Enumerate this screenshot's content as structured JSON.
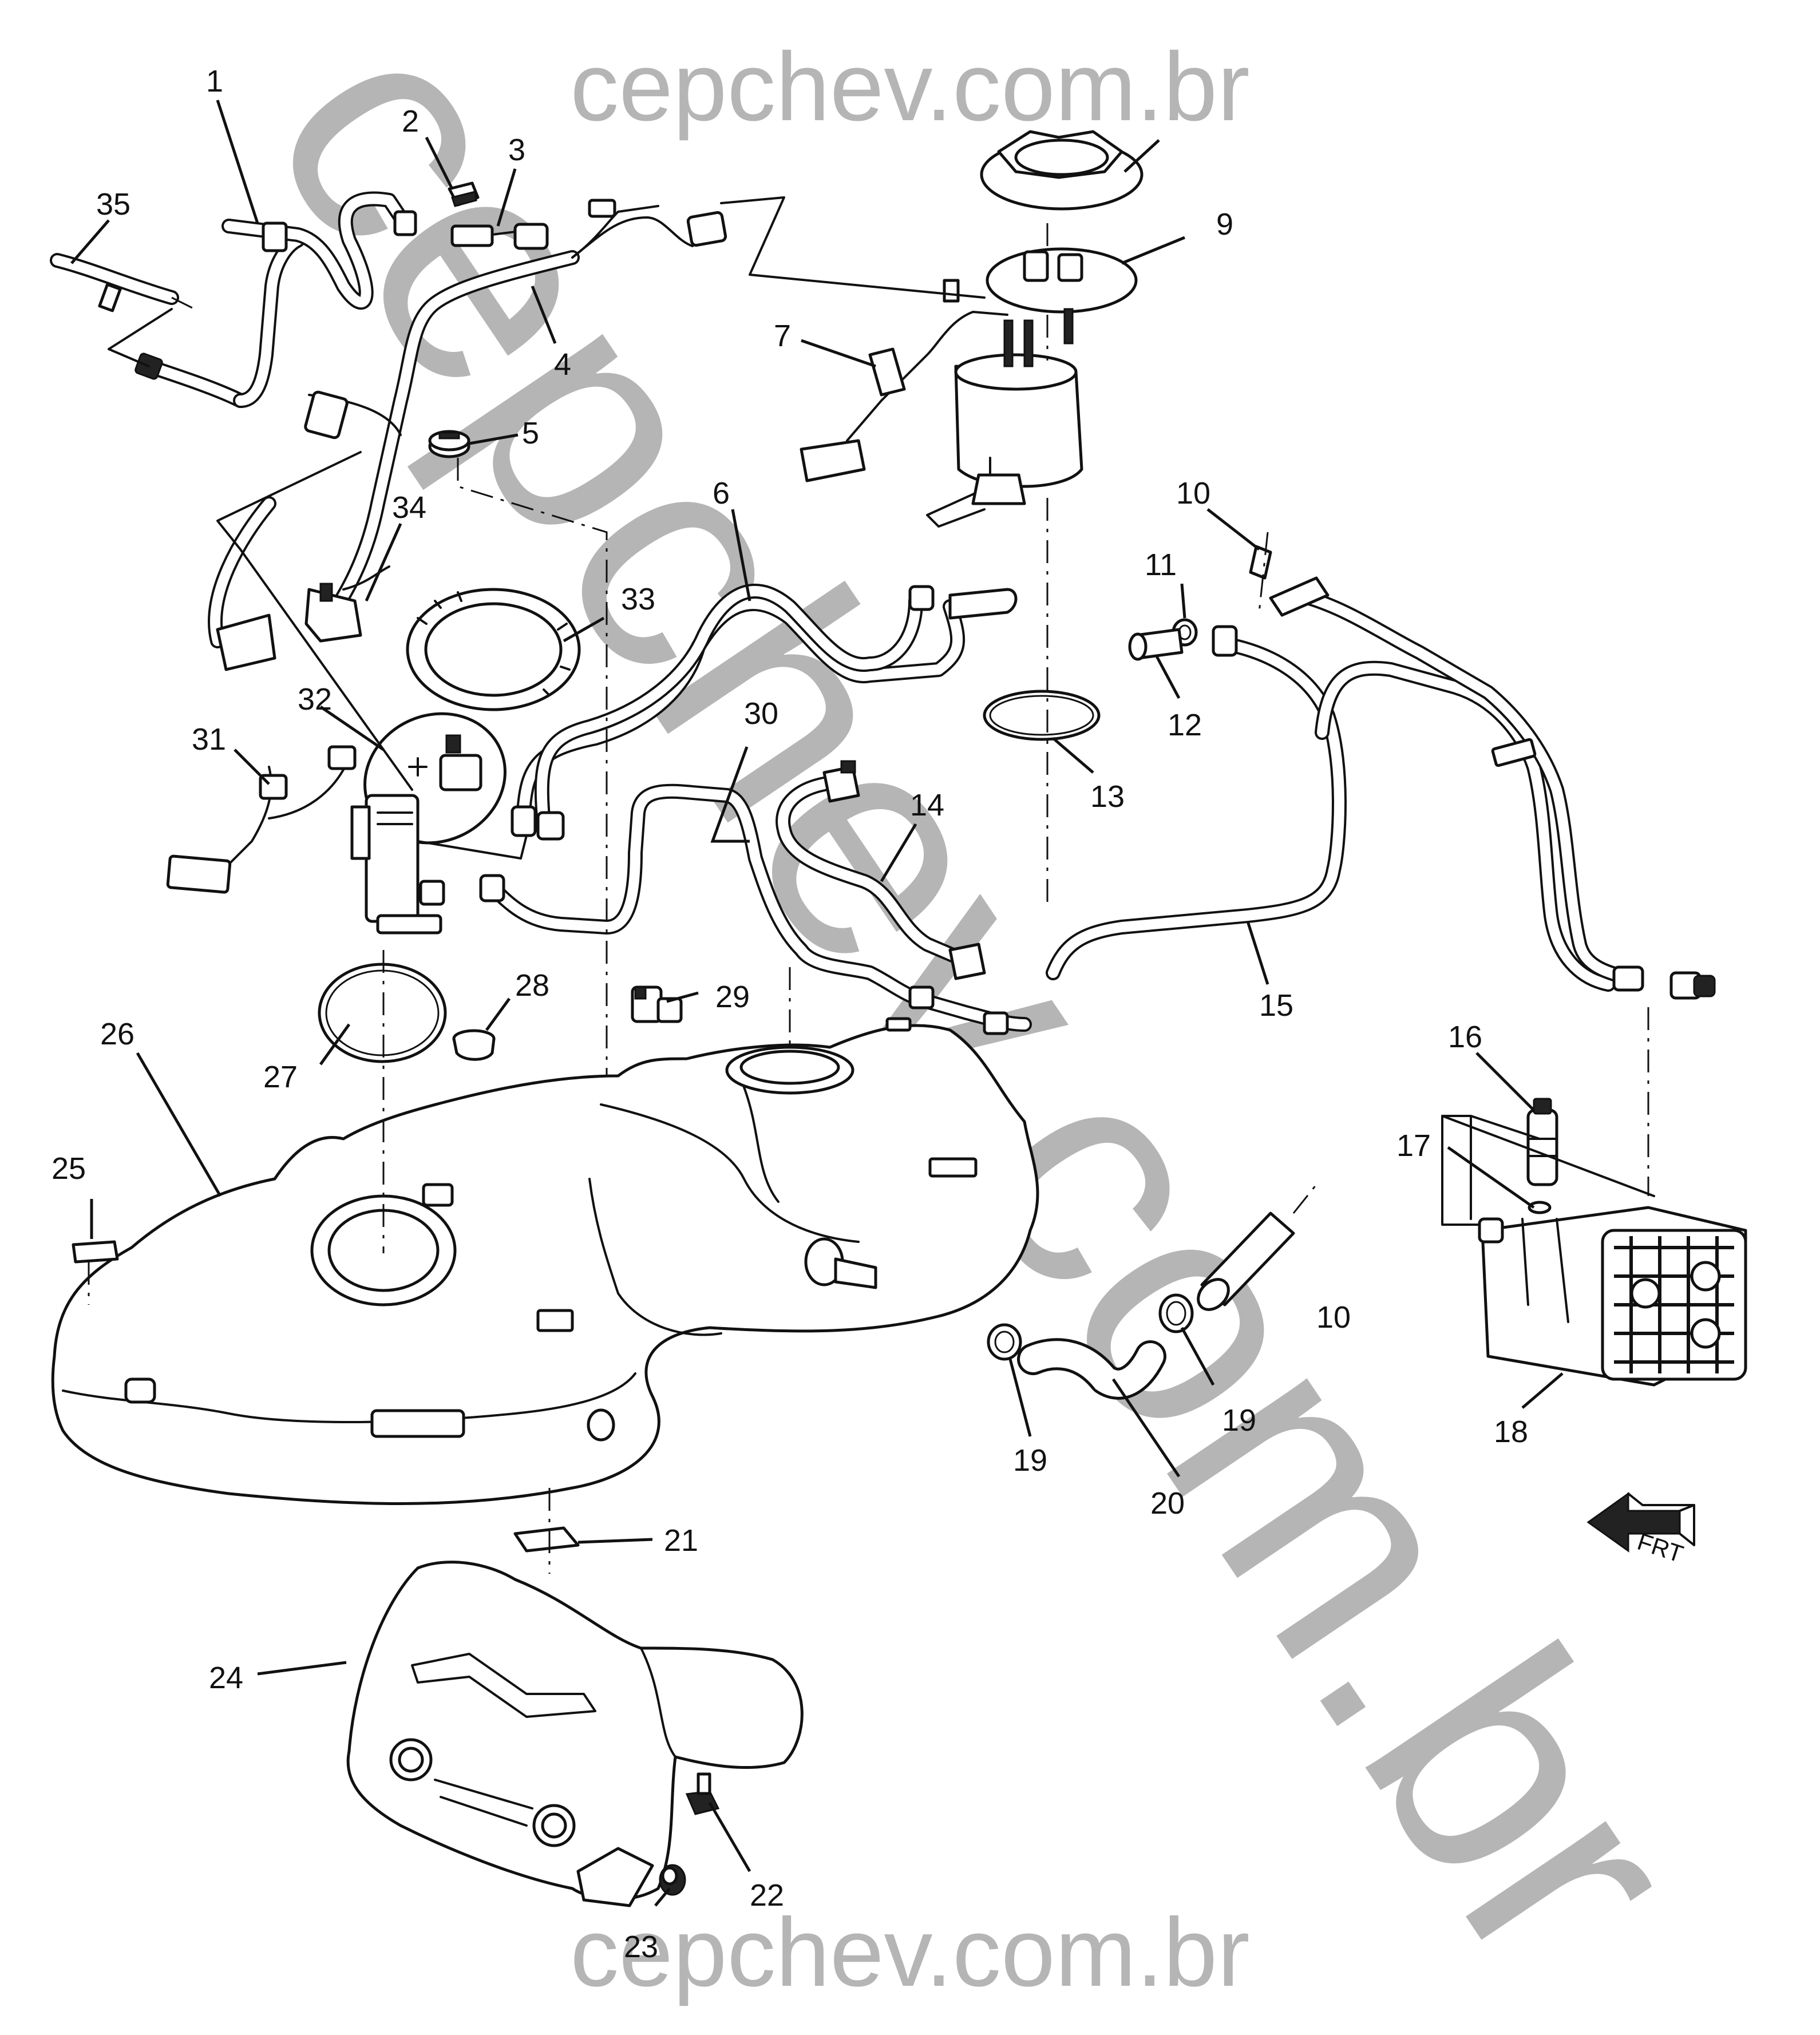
{
  "watermark": {
    "top": "cepchev.com.br",
    "bottom": "cepchev.com.br",
    "diagonal": "cepchev.com.br"
  },
  "front_arrow_label": "FRT",
  "callouts": {
    "c1": "1",
    "c2": "2",
    "c3": "3",
    "c4": "4",
    "c5": "5",
    "c6": "6",
    "c7": "7",
    "c9": "9",
    "c10a": "10",
    "c10b": "10",
    "c11": "11",
    "c12": "12",
    "c13": "13",
    "c14": "14",
    "c15": "15",
    "c16": "16",
    "c17": "17",
    "c18": "18",
    "c19a": "19",
    "c19b": "19",
    "c20": "20",
    "c21": "21",
    "c22": "22",
    "c23": "23",
    "c24": "24",
    "c25": "25",
    "c26": "26",
    "c27": "27",
    "c28": "28",
    "c29": "29",
    "c30": "30",
    "c31": "31",
    "c32": "32",
    "c33": "33",
    "c34": "34",
    "c35": "35"
  }
}
